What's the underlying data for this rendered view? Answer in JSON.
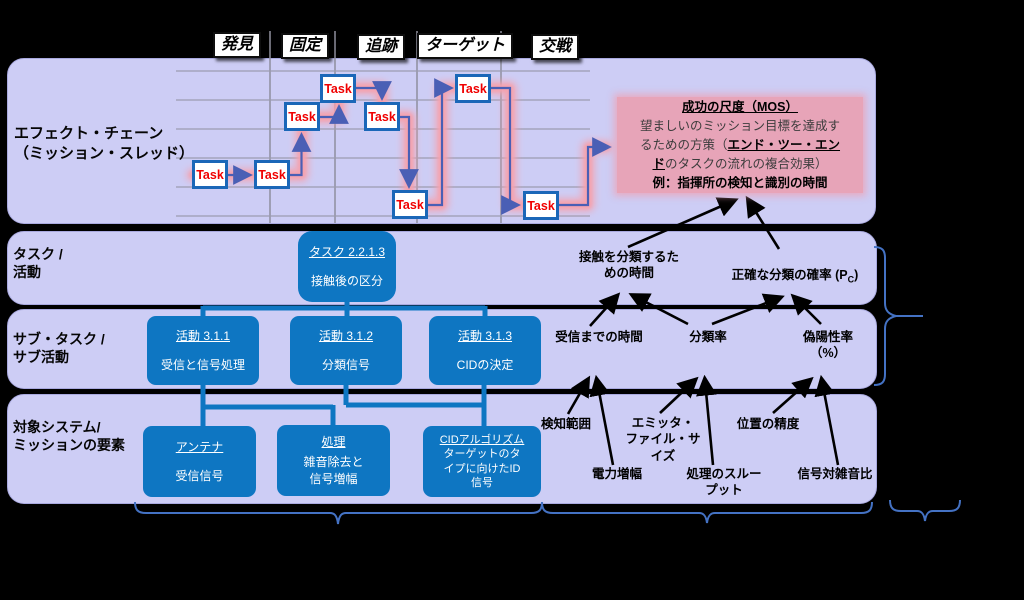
{
  "colors": {
    "lavender": "#cdcdf5",
    "accent_blue": "#0e76c2",
    "path_blue": "#4a5fb5",
    "glow_pink": "#f5a2ae",
    "mos_pink": "#e7a4b8",
    "task_red": "#f00000",
    "brace_blue": "#4472c4",
    "grid_gray": "#94949f"
  },
  "phases": [
    {
      "label": "発見"
    },
    {
      "label": "固定"
    },
    {
      "label": "追跡"
    },
    {
      "label": "ターゲット"
    },
    {
      "label": "交戦"
    }
  ],
  "effect_chain": {
    "label": "エフェクト・チェーン\n（ミッション・スレッド）",
    "task_label": "Task"
  },
  "tier_labels": {
    "task": "タスク /\n活動",
    "subtask": "サブ・タスク /\nサブ活動",
    "system": "対象システム/\nミッションの要素"
  },
  "mos": {
    "title": "成功の尺度（MOS）",
    "line2": "望ましいのミッション目標を達成す",
    "line3_pre": "るための方策（",
    "line3_em": "エンド・ツー・エン",
    "line4_em": "ド",
    "line4_post": "のタスクの流れの複合効果）",
    "line5": "例：指揮所の検知と識別の時間"
  },
  "task_box": {
    "title": "タスク 2.2.1.3",
    "body": "接触後の区分"
  },
  "activities": [
    {
      "title": "活動 3.1.1",
      "body": "受信と信号処理"
    },
    {
      "title": "活動 3.1.2",
      "body": "分類信号"
    },
    {
      "title": "活動 3.1.3",
      "body": "CIDの決定"
    }
  ],
  "systems": [
    {
      "title": "アンテナ",
      "body": "受信信号"
    },
    {
      "title": "処理",
      "body": "雑音除去と\n信号増幅"
    },
    {
      "title": "CIDアルゴリズム",
      "body": "ターゲットのタ\nイプに向けたID\n信号"
    }
  ],
  "measures": {
    "l2a": "接触を分類するた\nめの時間",
    "l2b_pre": "正確な分類の確率 (P",
    "l2b_sub": "C",
    "l2b_post": ")",
    "l3a": "受信までの時間",
    "l3b": "分類率",
    "l3c": "偽陽性率\n（%）",
    "l4a": "検知範囲",
    "l4b": "エミッタ・\nファイル・サ\nイズ",
    "l4c": "位置の精度",
    "l5a": "電力増幅",
    "l5b": "処理のスルー\nプット",
    "l5c": "信号対雑音比"
  }
}
